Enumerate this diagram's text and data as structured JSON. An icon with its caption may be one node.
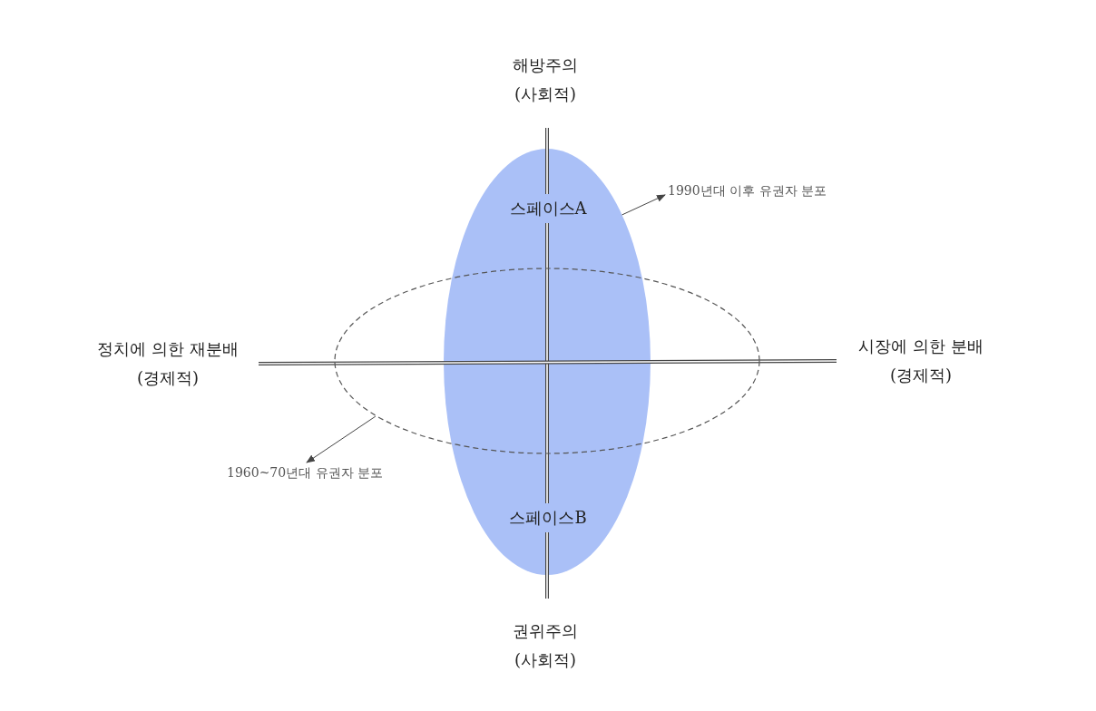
{
  "diagram": {
    "nodes": [
      {
        "text": [
          "스페이스A",
          "스페이스B"
        ]
      },
      {
        "text": [],
        "shape": "ellipse"
      },
      {
        "text": [
          "1990년대 이후 유권자 분포"
        ]
      },
      {
        "text": [
          "1960~70년대 유권자 분포"
        ]
      }
    ],
    "edges": [
      {
        "from": 0,
        "to": 2,
        "arrow": "to"
      },
      {
        "from": 1,
        "to": 3,
        "arrow": "to"
      }
    ],
    "labels": [
      "해방주의",
      "(사회적)",
      "정치에 의한 재분배",
      "(경제적)",
      "시장에 의한 분배",
      "(경제적)",
      "권위주의",
      "(사회적)"
    ]
  }
}
